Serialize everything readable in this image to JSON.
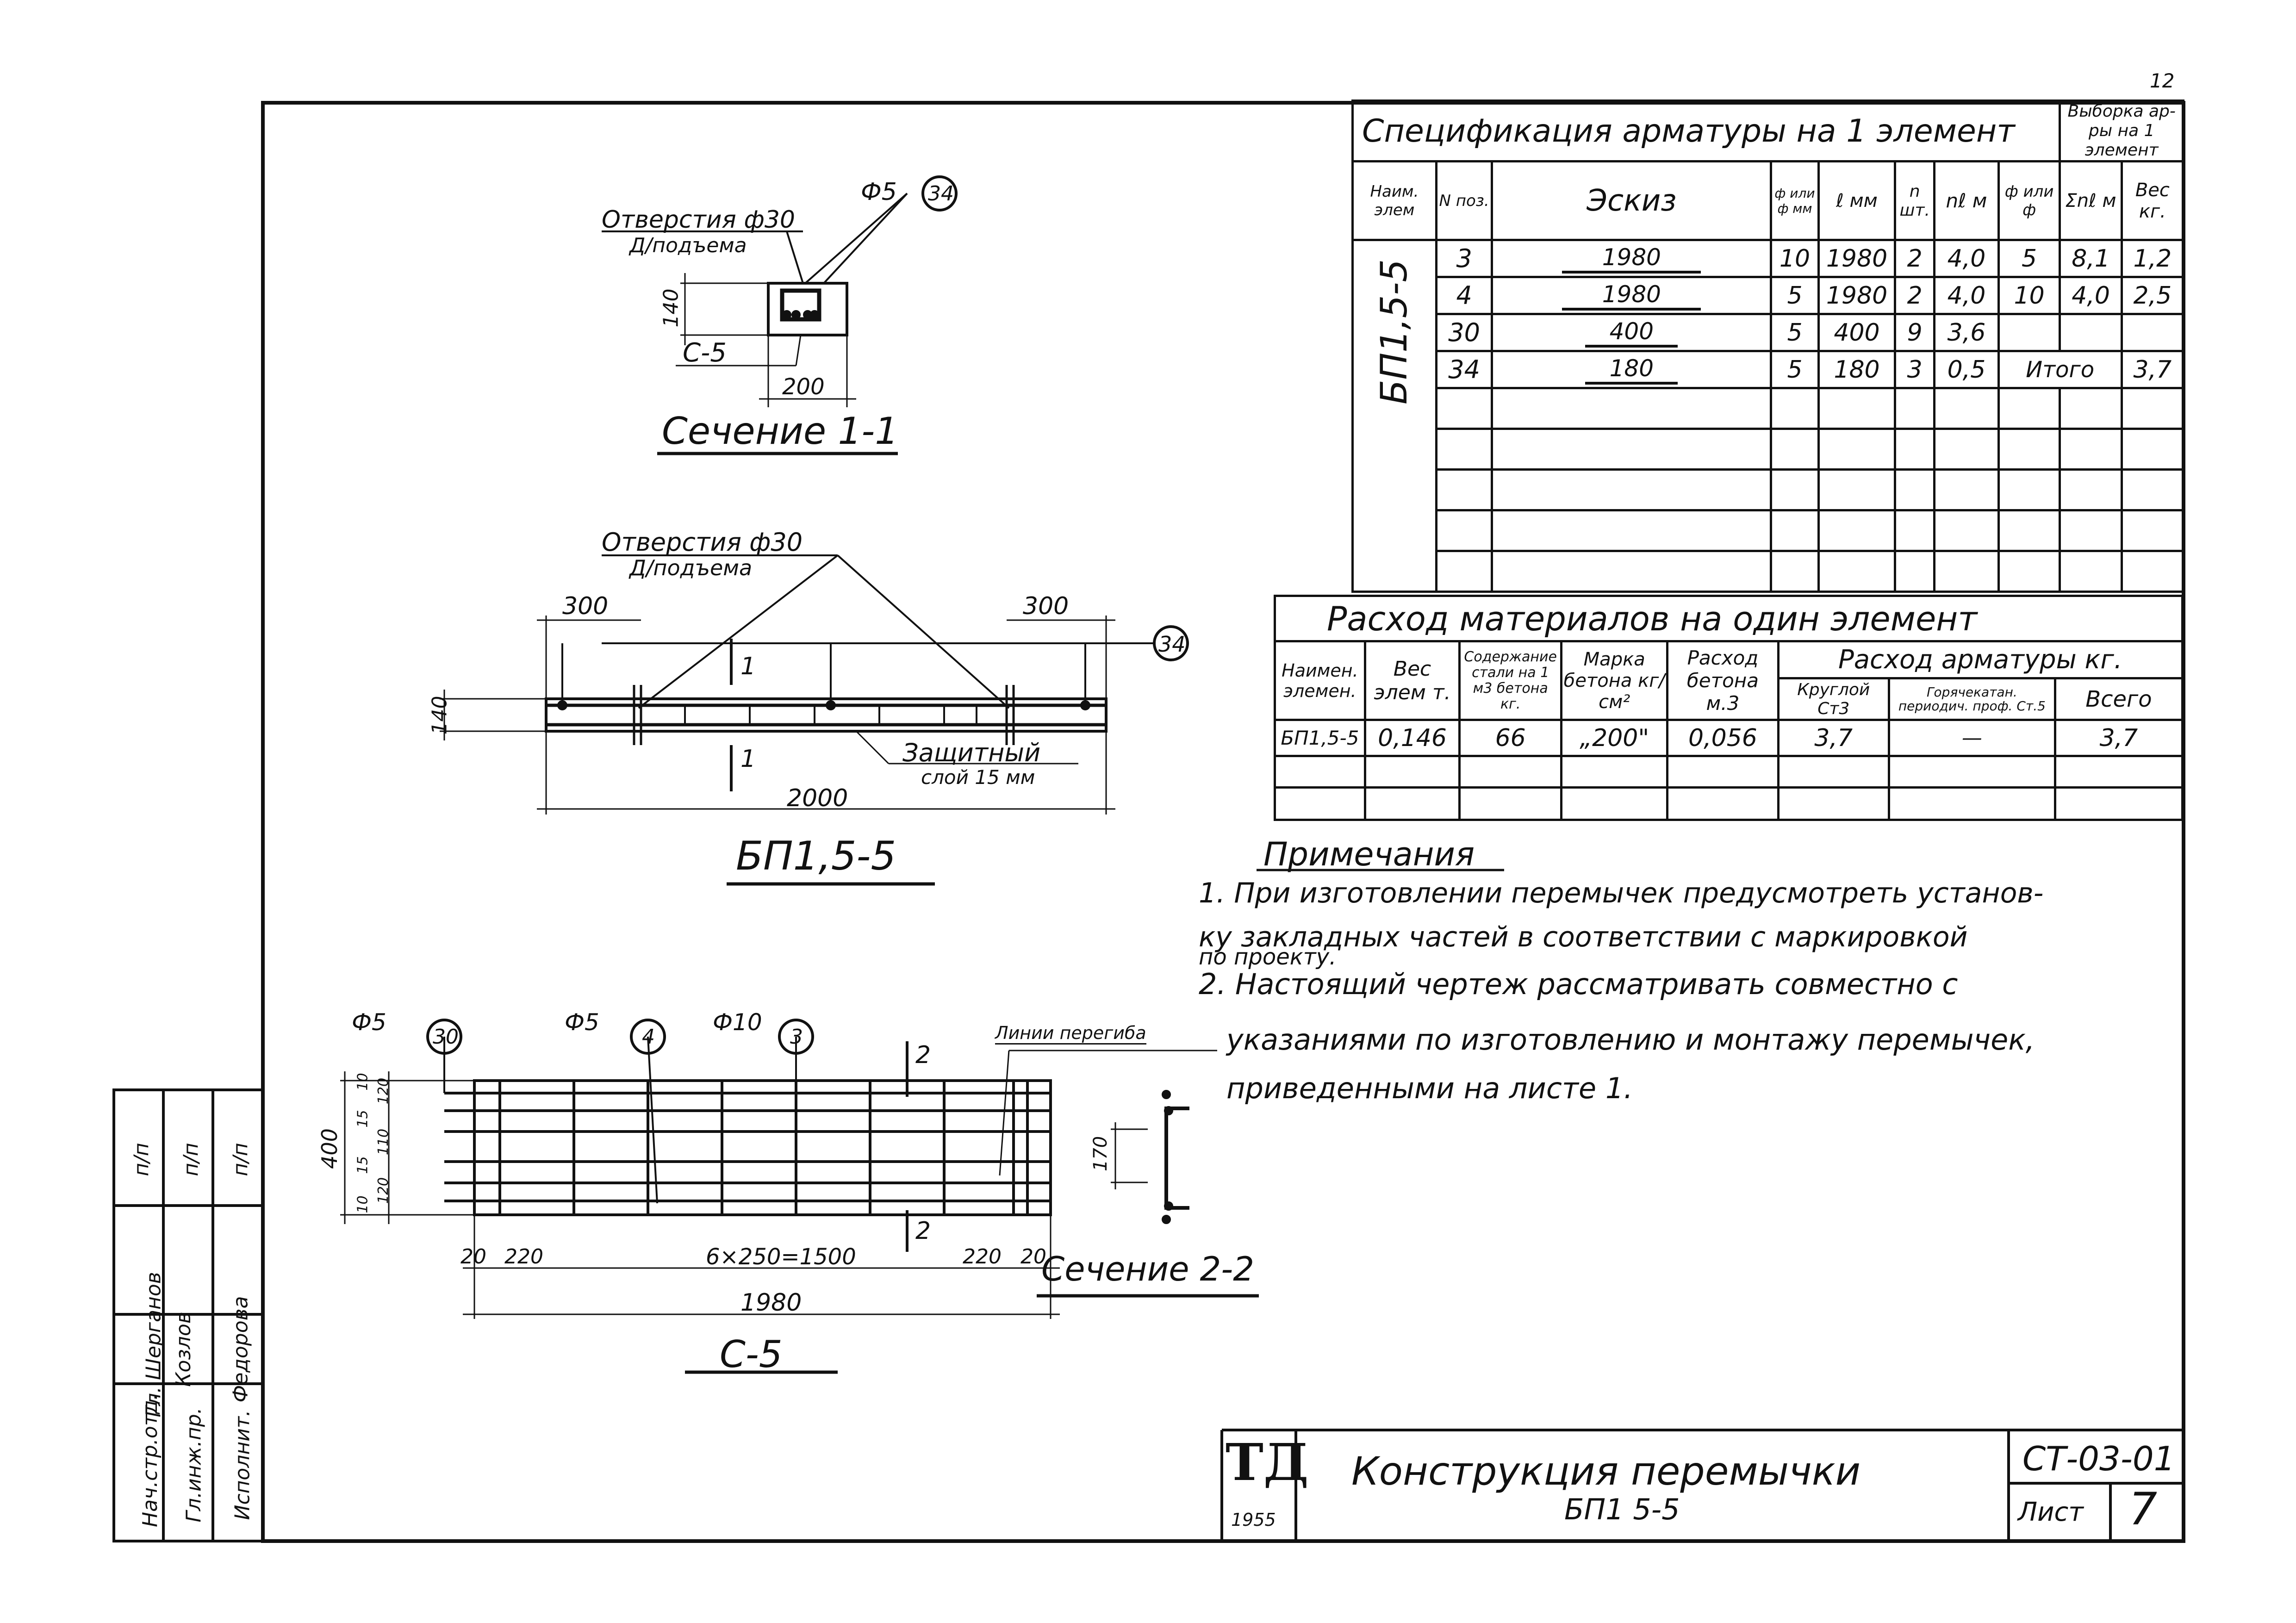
{
  "page_number": "12",
  "section_1_1": {
    "title": "Сечение 1-1",
    "hole_label": "Отверстия ф30",
    "hole_sub": "Д/подъема",
    "bar_label": "Ф5",
    "bar_pos": "34",
    "dim_height": "140",
    "dim_width": "200",
    "mesh_label": "С-5"
  },
  "beam_view": {
    "title": "БП1,5-5",
    "hole_label": "Отверстия ф30",
    "hole_sub": "Д/подъема",
    "dim_left": "300",
    "dim_right": "300",
    "dim_height": "140",
    "dim_length": "2000",
    "cut_mark": "1",
    "bar_pos": "34",
    "cover_label": "Защитный",
    "cover_sub": "слой 15 мм"
  },
  "mesh_view": {
    "title": "С-5",
    "labels": [
      {
        "dia": "Ф5",
        "pos": "30"
      },
      {
        "dia": "Ф5",
        "pos": "4"
      },
      {
        "dia": "Ф10",
        "pos": "3"
      }
    ],
    "cut_mark": "2",
    "bend_label": "Линии перегиба",
    "dim_height": "400",
    "dims_v": [
      "10",
      "15",
      "120",
      "110",
      "15",
      "120",
      "10"
    ],
    "dim_20_left": "20",
    "dim_220_left": "220",
    "dim_spacing": "6×250=1500",
    "dim_220_right": "220",
    "dim_20_right": "20",
    "dim_length": "1980",
    "section_2_2": "Сечение 2-2",
    "sec_dim": "170"
  },
  "spec_table": {
    "title": "Спецификация арматуры на 1 элемент",
    "sel_title": "Выборка ар-ры на 1 элемент",
    "headers": {
      "name": "Наим. элем",
      "pos": "N поз.",
      "sketch": "Эскиз",
      "dia": "ф или ф мм",
      "len": "ℓ мм",
      "n": "n шт.",
      "nl": "nℓ м",
      "sel_dia": "ф или ф",
      "sel_sum": "Σnℓ м",
      "sel_weight": "Вес кг."
    },
    "element": "БП1,5-5",
    "rows": [
      {
        "pos": "3",
        "sketch": "1980",
        "dia": "10",
        "len": "1980",
        "n": "2",
        "nl": "4,0",
        "sd": "5",
        "ss": "8,1",
        "sw": "1,2"
      },
      {
        "pos": "4",
        "sketch": "1980",
        "dia": "5",
        "len": "1980",
        "n": "2",
        "nl": "4,0",
        "sd": "10",
        "ss": "4,0",
        "sw": "2,5"
      },
      {
        "pos": "30",
        "sketch": "400",
        "dia": "5",
        "len": "400",
        "n": "9",
        "nl": "3,6",
        "sd": "",
        "ss": "",
        "sw": ""
      },
      {
        "pos": "34",
        "sketch": "180",
        "dia": "5",
        "len": "180",
        "n": "3",
        "nl": "0,5",
        "sd": "Итого",
        "ss": "",
        "sw": "3,7"
      }
    ]
  },
  "materials_table": {
    "title": "Расход материалов на один элемент",
    "h_name": "Наимен. элемен.",
    "h_weight": "Вес элем т.",
    "h_steel": "Содержание стали на 1 м3 бетона кг.",
    "h_grade": "Марка бетона кг/см²",
    "h_concrete": "Расход бетона м.3",
    "h_rebar": "Расход арматуры кг.",
    "h_round": "Круглой Ст3",
    "h_hot": "Горячекатан. периодич. проф. Ст.5",
    "h_total": "Всего",
    "row": {
      "name": "БП1,5-5",
      "weight": "0,146",
      "steel": "66",
      "grade": "„200\"",
      "concrete": "0,056",
      "round": "3,7",
      "hot": "—",
      "total": "3,7"
    }
  },
  "notes": {
    "title": "Примечания",
    "n1a": "1. При изготовлении перемычек предусмотреть установ-",
    "n1b": "ку закладных частей в соответствии с маркировкой",
    "n1c": "по проекту.",
    "n2a": "2. Настоящий чертеж рассматривать совместно с",
    "n2b": "указаниями по изготовлению и монтажу перемычек,",
    "n2c": "приведенными на листе 1."
  },
  "side_stamp": {
    "rows": [
      {
        "role": "Нач.стр.отд.",
        "name": "Гл. Шерганов",
        "sig": "п/п"
      },
      {
        "role": "Гл.инж.пр.",
        "name": "Козлов",
        "sig": "п/п"
      },
      {
        "role": "Исполнит.",
        "name": "Федорова",
        "sig": "п/п"
      }
    ]
  },
  "title_block": {
    "logo": "ТД",
    "year": "1955",
    "title_1": "Конструкция перемычки",
    "title_2": "БП1 5-5",
    "code": "СТ-03-01",
    "sheet_label": "Лист",
    "sheet_no": "7"
  }
}
